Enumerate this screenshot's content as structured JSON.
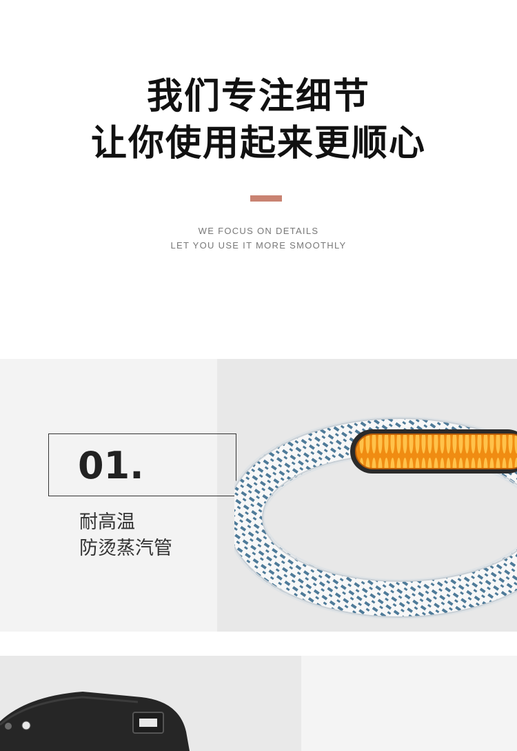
{
  "hero": {
    "title_line1": "我们专注细节",
    "title_line2": "让你使用起来更顺心",
    "subtitle_line1": "WE FOCUS ON DETAILS",
    "subtitle_line2": "LET YOU USE IT MORE SMOOTHLY",
    "accent_color": "#c98372"
  },
  "feature1": {
    "number": "01.",
    "desc_line1": "耐高温",
    "desc_line2": "防烫蒸汽管",
    "hose_pattern_color": "#4e7a98",
    "hose_core_color": "#f5a623"
  }
}
